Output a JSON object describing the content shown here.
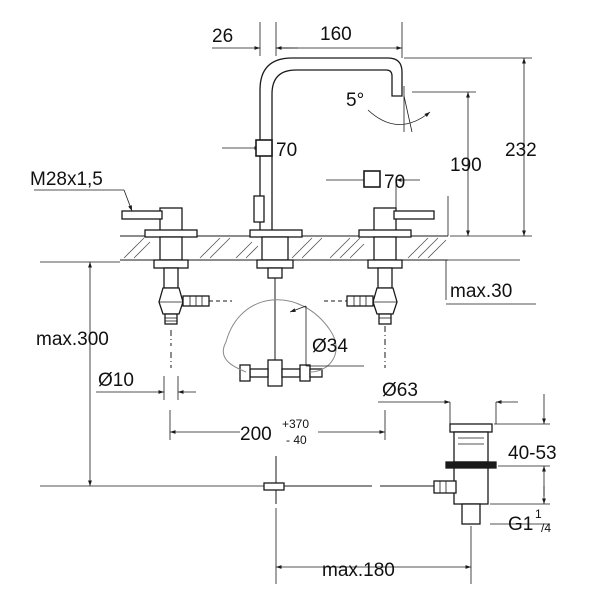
{
  "dimensions": {
    "d26": "26",
    "d160": "160",
    "angle": "5°",
    "sq70_spout": "70",
    "sq70_handle": "70",
    "d190": "190",
    "d232": "232",
    "thread": "M28x1,5",
    "max30": "max.30",
    "max300": "max.300",
    "dia34": "Ø34",
    "dia10": "Ø10",
    "dia63": "Ø63",
    "d200": "200",
    "tol_plus": "+370",
    "tol_minus": "- 40",
    "d40_53": "40-53",
    "g_main": "G1",
    "g_num": "1",
    "g_den": "/4",
    "max180": "max.180"
  }
}
